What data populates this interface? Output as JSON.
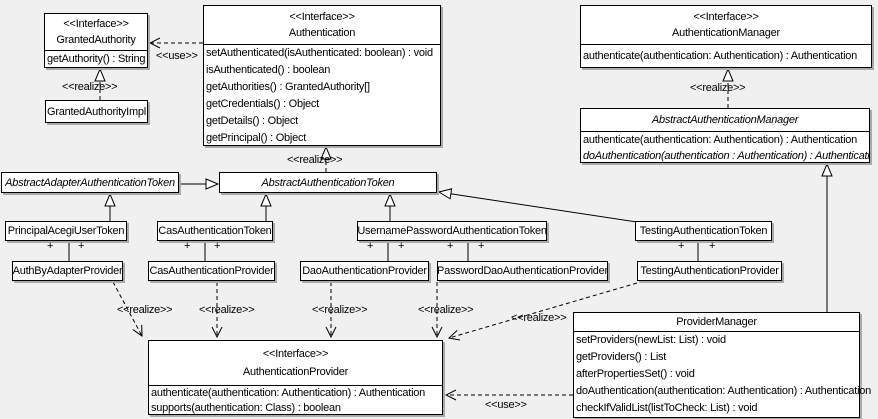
{
  "diagram": {
    "kind": "uml-class-diagram",
    "labels": {
      "use": "<<use>>",
      "realize": "<<realize>>",
      "plus": "+"
    },
    "colors": {
      "background": "#f0f0f0",
      "box_fill": "#ffffff",
      "line": "#000000",
      "shadow": "#a9a9a9"
    },
    "classes": {
      "granted_authority": {
        "stereotype": "<<Interface>>",
        "name": "GrantedAuthority",
        "methods": [
          "getAuthority() : String"
        ]
      },
      "granted_authority_impl": {
        "name": "GrantedAuthorityImpl"
      },
      "authentication": {
        "stereotype": "<<Interface>>",
        "name": "Authentication",
        "methods": [
          "setAuthenticated(isAuthenticated: boolean) : void",
          "isAuthenticated() : boolean",
          "getAuthorities() : GrantedAuthority[]",
          "getCredentials() : Object",
          "getDetails() : Object",
          "getPrincipal() : Object"
        ]
      },
      "authentication_manager": {
        "stereotype": "<<Interface>>",
        "name": "AuthenticationManager",
        "methods": [
          "authenticate(authentication: Authentication) : Authentication"
        ]
      },
      "abstract_authentication_manager": {
        "name": "AbstractAuthenticationManager",
        "methods": [
          "authenticate(authentication: Authentication) : Authentication",
          "doAuthentication(authentication : Authentication) : Authentication"
        ]
      },
      "abstract_adapter_authentication_token": {
        "name": "AbstractAdapterAuthenticationToken"
      },
      "abstract_authentication_token": {
        "name": "AbstractAuthenticationToken"
      },
      "principal_acegi_user_token": {
        "name": "PrincipalAcegiUserToken"
      },
      "cas_authentication_token": {
        "name": "CasAuthenticationToken"
      },
      "username_password_authentication_token": {
        "name": "UsernamePasswordAuthenticationToken"
      },
      "testing_authentication_token": {
        "name": "TestingAuthenticationToken"
      },
      "auth_by_adapter_provider": {
        "name": "AuthByAdapterProvider"
      },
      "cas_authentication_provider": {
        "name": "CasAuthenticationProvider"
      },
      "dao_authentication_provider": {
        "name": "DaoAuthenticationProvider"
      },
      "password_dao_authentication_provider": {
        "name": "PasswordDaoAuthenticationProvider"
      },
      "testing_authentication_provider": {
        "name": "TestingAuthenticationProvider"
      },
      "authentication_provider": {
        "stereotype": "<<Interface>>",
        "name": "AuthenticationProvider",
        "methods": [
          "authenticate(authentication: Authentication) : Authentication",
          "supports(authentication: Class) : boolean"
        ]
      },
      "provider_manager": {
        "name": "ProviderManager",
        "methods": [
          "setProviders(newList: List) : void",
          "getProviders() : List",
          "afterPropertiesSet() : void",
          "doAuthentication(authentication: Authentication) : Authentication",
          "checkIfValidList(listToCheck: List) : void"
        ]
      }
    }
  }
}
